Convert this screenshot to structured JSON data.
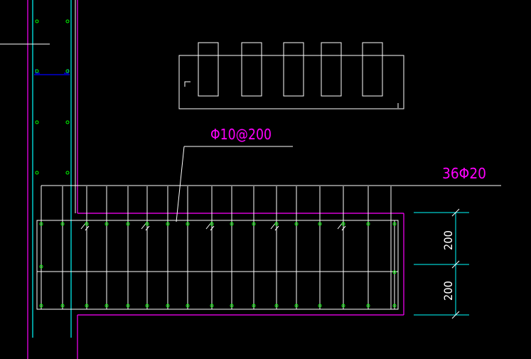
{
  "drawing": {
    "annotations": {
      "stirrup_spec": "Φ10@200",
      "main_rebar_spec": "36Φ20"
    },
    "dimensions": [
      {
        "value": "200"
      },
      {
        "value": "200"
      }
    ]
  },
  "colors": {
    "background": "#000000",
    "line_white": "#ffffff",
    "line_magenta": "#ff00ff",
    "line_cyan": "#00ffff",
    "rebar_green": "#00ff00",
    "line_blue": "#0000ff"
  }
}
